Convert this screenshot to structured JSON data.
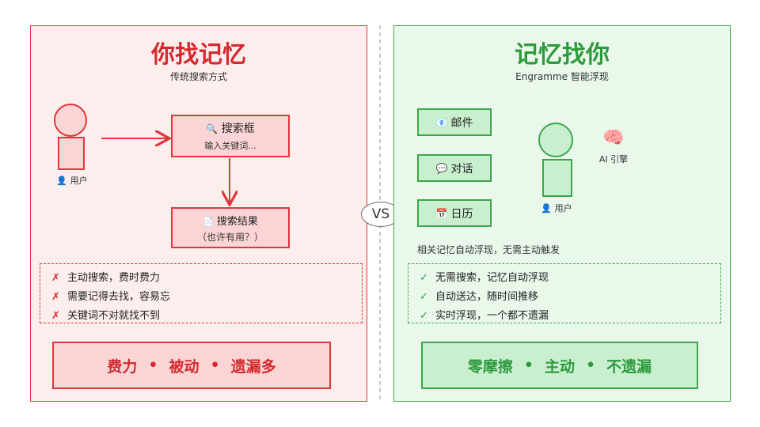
{
  "vs": "VS",
  "left": {
    "title": "你找记忆",
    "subtitle": "传统搜索方式",
    "user_label": "用户",
    "search_box_title": "搜索框",
    "search_box_hint": "输入关键词...",
    "result_title": "搜索结果",
    "result_sub": "（也许有用？）",
    "cons": [
      "主动搜索，费时费力",
      "需要记得去找，容易忘",
      "关键词不对就找不到"
    ],
    "bar": [
      "费力",
      "被动",
      "遗漏多"
    ],
    "colors": {
      "stroke": "#e0363c",
      "fill": "#fdeeee",
      "text": "#d42a2f"
    }
  },
  "right": {
    "title": "记忆找你",
    "subtitle": "Engramme 智能浮现",
    "sources": [
      "邮件",
      "对话",
      "日历"
    ],
    "engine_label": "AI 引擎",
    "user_label": "用户",
    "caption": "相关记忆自动浮现，无需主动触发",
    "pros": [
      "无需搜索，记忆自动浮现",
      "自动送达，随时间推移",
      "实时浮现，一个都不遗漏"
    ],
    "bar": [
      "零摩擦",
      "主动",
      "不遗漏"
    ],
    "colors": {
      "stroke": "#3aa84a",
      "fill": "#eaf8ec",
      "text": "#2e9a3e"
    }
  },
  "icons": {
    "user": "user-icon",
    "search": "magnifier-icon",
    "result": "document-icon",
    "mail": "mail-icon",
    "chat": "chat-icon",
    "calendar": "calendar-icon",
    "brain": "brain-icon"
  },
  "marks": {
    "cross": "✗",
    "check": "✓",
    "dot": "•"
  }
}
